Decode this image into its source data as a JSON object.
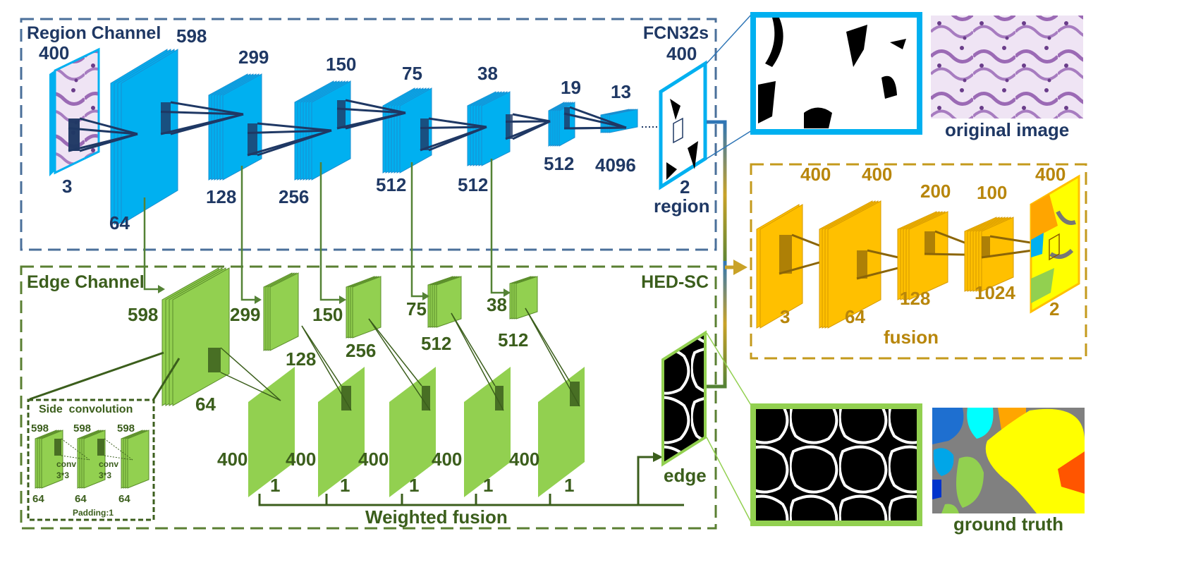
{
  "region_channel": {
    "title": "Region Channel",
    "model": "FCN32s",
    "input_size": "400",
    "input_channels": "3",
    "layers": [
      {
        "size": "598",
        "channels": "64"
      },
      {
        "size": "299",
        "channels": "128"
      },
      {
        "size": "150",
        "channels": "256"
      },
      {
        "size": "75",
        "channels": "512"
      },
      {
        "size": "38",
        "channels": "512"
      },
      {
        "size": "19",
        "channels": "512"
      },
      {
        "size": "13",
        "channels": "4096"
      }
    ],
    "output_size": "400",
    "output_channels": "2",
    "output_label": "region"
  },
  "edge_channel": {
    "title": "Edge Channel",
    "model": "HED-SC",
    "layers": [
      {
        "size": "598",
        "channels": "64"
      },
      {
        "size": "299",
        "channels": "128"
      },
      {
        "size": "150",
        "channels": "256"
      },
      {
        "size": "75",
        "channels": "512"
      },
      {
        "size": "38",
        "channels": "512"
      }
    ],
    "side_outputs": [
      {
        "size": "400",
        "channels": "1"
      },
      {
        "size": "400",
        "channels": "1"
      },
      {
        "size": "400",
        "channels": "1"
      },
      {
        "size": "400",
        "channels": "1"
      },
      {
        "size": "400",
        "channels": "1"
      }
    ],
    "weighted_fusion": "Weighted fusion",
    "output_label": "edge"
  },
  "side_convolution": {
    "title": "Side  convolution",
    "sizes": [
      "598",
      "598",
      "598"
    ],
    "channels": [
      "64",
      "64",
      "64"
    ],
    "ops": [
      {
        "name": "conv",
        "kernel": "3*3"
      },
      {
        "name": "conv",
        "kernel": "3*3"
      }
    ],
    "padding": "Padding:1"
  },
  "fusion": {
    "title": "fusion",
    "layers": [
      {
        "size": "400",
        "channels": "3"
      },
      {
        "size": "400",
        "channels": "64"
      },
      {
        "size": "200",
        "channels": "128"
      },
      {
        "size": "100",
        "channels": "1024"
      },
      {
        "size": "400",
        "channels": "2"
      }
    ]
  },
  "captions": {
    "original": "original image",
    "ground_truth": "ground truth"
  },
  "colors": {
    "region_blue": "#00b0f0",
    "region_dark": "#1f3864",
    "region_border": "#2e5d9e",
    "edge_green": "#92d050",
    "edge_dark": "#3b5e1c",
    "fusion_orange": "#ffc000",
    "fusion_text": "#b8860b"
  }
}
